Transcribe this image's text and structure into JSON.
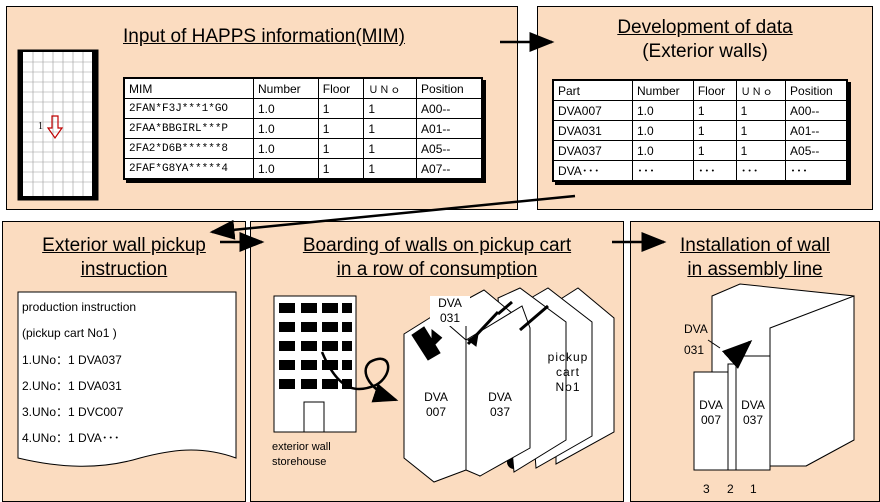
{
  "panels": {
    "mim": {
      "title": "Input of HAPPS information(MIM)",
      "table": {
        "headers": [
          "MIM",
          "Number",
          "Floor",
          "ＵＮｏ",
          "Position"
        ],
        "rows": [
          [
            "2FAN*F3J***1*GO",
            "1.0",
            "1",
            "1",
            "A00--"
          ],
          [
            "2FAA*BBGIRL***P",
            "1.0",
            "1",
            "1",
            "A01--"
          ],
          [
            "2FA2*D6B******8",
            "1.0",
            "1",
            "1",
            "A05--"
          ],
          [
            "2FAF*G8YA*****4",
            "1.0",
            "1",
            "1",
            "A07--"
          ]
        ]
      },
      "map_marker": "1"
    },
    "dev": {
      "title_line1": "Development of data",
      "title_line2": "(Exterior walls)",
      "table": {
        "headers": [
          "Part",
          "Number",
          "Floor",
          "ＵＮｏ",
          "Position"
        ],
        "rows": [
          [
            "DVA007",
            "1.0",
            "1",
            "1",
            "A00--"
          ],
          [
            "DVA031",
            "1.0",
            "1",
            "1",
            "A01--"
          ],
          [
            "DVA037",
            "1.0",
            "1",
            "1",
            "A05--"
          ],
          [
            "DVA･･･",
            "･･･",
            "･･･",
            "･･･",
            "･･･"
          ]
        ]
      }
    },
    "pickup": {
      "title_line1": "Exterior wall pickup",
      "title_line2": "instruction",
      "doc_lines": [
        "production instruction",
        "(pickup cart No1 )",
        "1.UNo：1  DVA037",
        "2.UNo：1  DVA031",
        "3.UNo：1  DVC007",
        "4.UNo：1  DVA･･･"
      ]
    },
    "boarding": {
      "title_line1": "Boarding of walls on pickup cart",
      "title_line2": "in a row of consumption",
      "storehouse_label_line1": "exterior wall",
      "storehouse_label_line2": "storehouse",
      "wall_top_line1": "DVA",
      "wall_top_line2": "031",
      "wall_a_line1": "DVA",
      "wall_a_line2": "007",
      "wall_b_line1": "DVA",
      "wall_b_line2": "037",
      "cart_line1": "pickup",
      "cart_line2": "cart",
      "cart_line3": "No1"
    },
    "install": {
      "title_line1": "Installation of wall",
      "title_line2": "in assembly line",
      "wall_top_line1": "DVA",
      "wall_top_line2": "031",
      "wall_a_line1": "DVA",
      "wall_a_line2": "007",
      "wall_b_line1": "DVA",
      "wall_b_line2": "037",
      "order_numbers": [
        "3",
        "2",
        "1"
      ]
    }
  },
  "colors": {
    "panel_bg": "#fbdcc0",
    "window": "#000000"
  }
}
